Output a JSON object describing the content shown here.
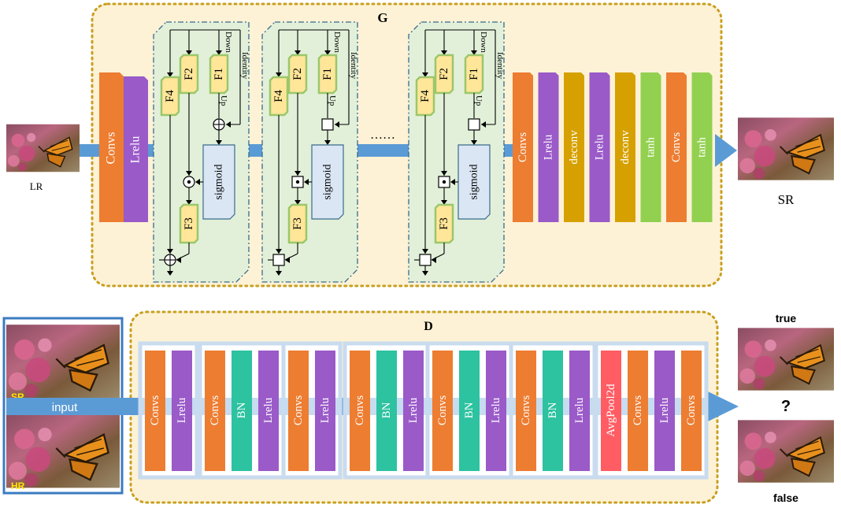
{
  "colors": {
    "panel_fill": "#fdf2d6",
    "panel_border": "#c8a020",
    "block_fill": "#e2f0d9",
    "block_border": "#3a6a8a",
    "arrow": "#5b9bd5",
    "convs": "#ed7d31",
    "lrelu": "#9a5ac8",
    "deconv": "#d6a100",
    "tanh": "#92d050",
    "bn": "#2dc2a0",
    "avgpool": "#ff5c63",
    "func": "#ffe699",
    "func_border": "#9bc76b",
    "sigmoid": "#dae6f4",
    "d_group": "#c9dbef",
    "label_yellow": "#ffe600"
  },
  "generator": {
    "title": "G",
    "input_label": "LR",
    "output_label": "SR",
    "head_layers": [
      "Convs",
      "Lrelu"
    ],
    "block": {
      "f1": "F1",
      "f2": "F2",
      "f3": "F3",
      "f4": "F4",
      "down": "Down",
      "identity": "Identity",
      "up": "Up",
      "sigmoid": "sigmoid"
    },
    "ellipsis": "……",
    "tail_layers": [
      "Convs",
      "Lrelu",
      "deconv",
      "Lrelu",
      "deconv",
      "tanh",
      "Convs",
      "tanh"
    ]
  },
  "discriminator": {
    "title": "D",
    "input_label": "input",
    "sr_label": "SR",
    "hr_label": "HR",
    "true_label": "true",
    "false_label": "false",
    "question": "?",
    "groups": [
      [
        "Convs",
        "Lrelu"
      ],
      [
        "Convs",
        "BN",
        "Lrelu"
      ],
      [
        "Convs",
        "Lrelu"
      ],
      [
        "Convs",
        "BN",
        "Lrelu"
      ],
      [
        "Convs",
        "BN",
        "Lrelu"
      ],
      [
        "Convs",
        "BN",
        "Lrelu"
      ],
      [
        "AvgPool2d",
        "Convs",
        "Lrelu",
        "Convs"
      ]
    ]
  }
}
